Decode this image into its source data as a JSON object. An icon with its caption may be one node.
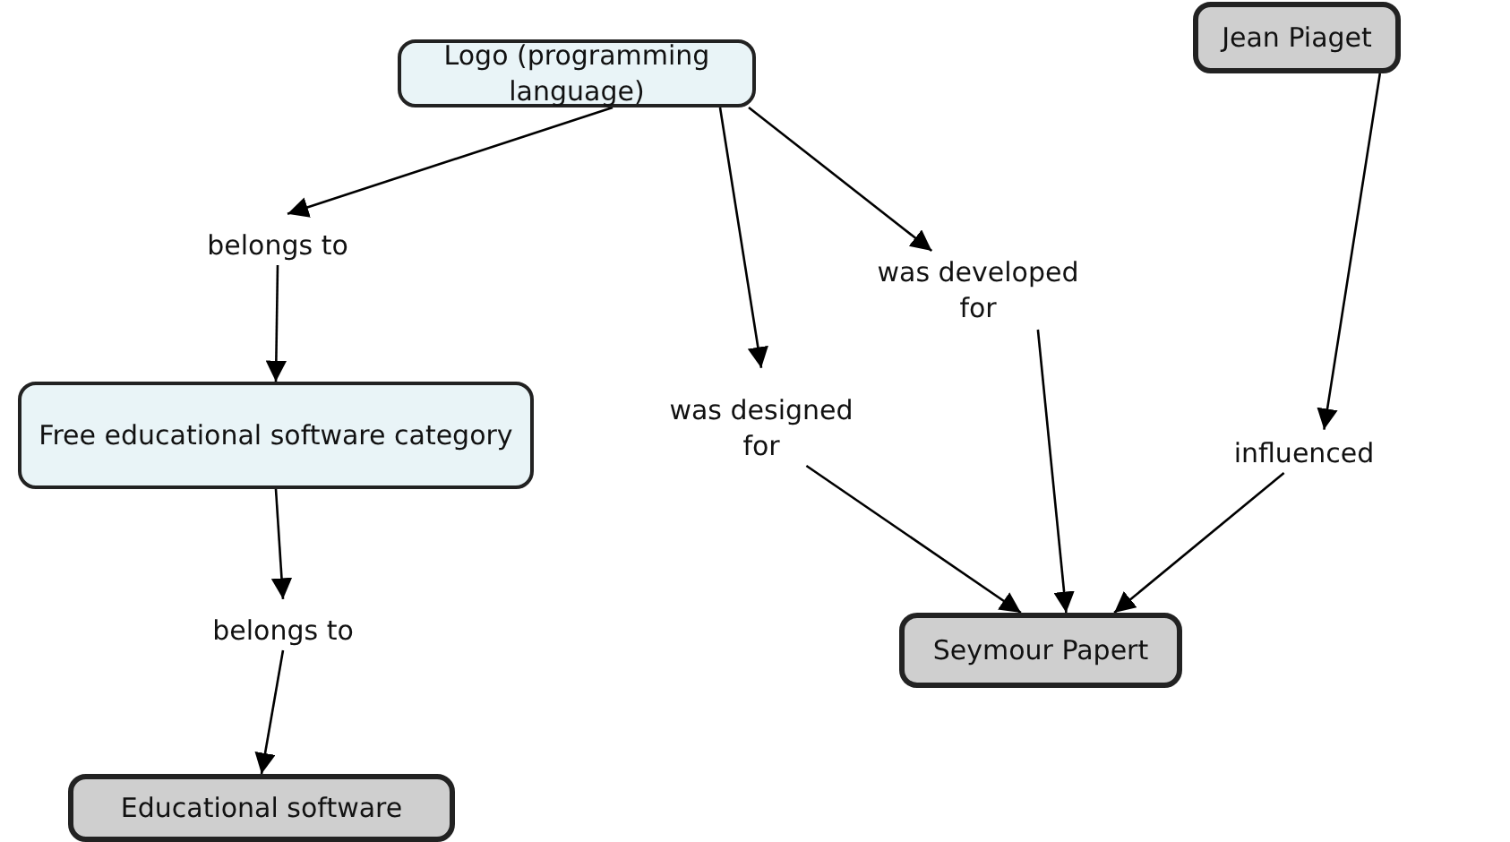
{
  "diagram": {
    "nodes": [
      {
        "text": [
          "Logo (programming language)"
        ]
      },
      {
        "text": [
          "belongs to"
        ]
      },
      {
        "text": [
          "Free educational software category"
        ]
      },
      {
        "text": [
          "belongs to"
        ]
      },
      {
        "text": [
          "Educational software"
        ]
      },
      {
        "text": [
          "was designed for"
        ]
      },
      {
        "text": [
          "was developed for"
        ]
      },
      {
        "text": [
          "Seymour Papert"
        ]
      },
      {
        "text": [
          "Jean Piaget"
        ]
      },
      {
        "text": [
          "influenced"
        ]
      }
    ],
    "edges": [
      {
        "from": 0,
        "to": 1,
        "arrow": "to"
      },
      {
        "from": 1,
        "to": 2,
        "arrow": "to"
      },
      {
        "from": 2,
        "to": 3,
        "arrow": "to"
      },
      {
        "from": 3,
        "to": 4,
        "arrow": "to"
      },
      {
        "from": 0,
        "to": 5,
        "arrow": "to"
      },
      {
        "from": 0,
        "to": 6,
        "arrow": "to"
      },
      {
        "from": 5,
        "to": 7,
        "arrow": "to"
      },
      {
        "from": 6,
        "to": 7,
        "arrow": "to"
      },
      {
        "from": 8,
        "to": 9,
        "arrow": "to"
      },
      {
        "from": 9,
        "to": 7,
        "arrow": "to"
      }
    ]
  }
}
